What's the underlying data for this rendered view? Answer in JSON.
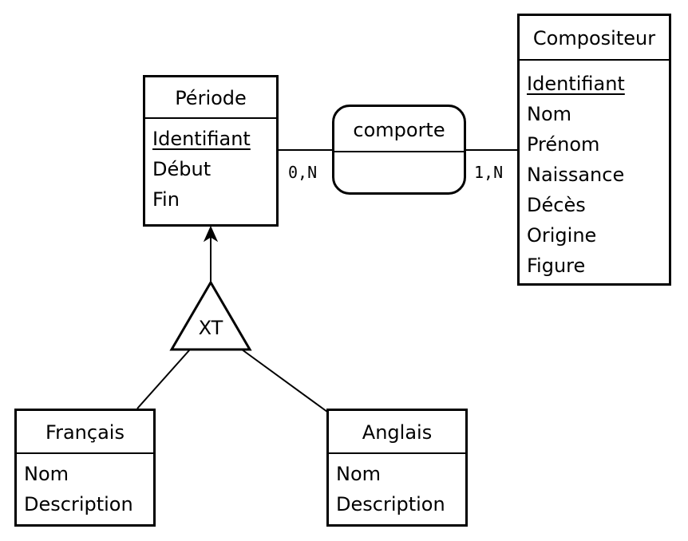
{
  "entities": {
    "periode": {
      "name": "Période",
      "attributes": [
        {
          "label": "Identifiant",
          "key": true
        },
        {
          "label": "Début",
          "key": false
        },
        {
          "label": "Fin",
          "key": false
        }
      ]
    },
    "compositeur": {
      "name": "Compositeur",
      "attributes": [
        {
          "label": "Identifiant",
          "key": true
        },
        {
          "label": "Nom",
          "key": false
        },
        {
          "label": "Prénom",
          "key": false
        },
        {
          "label": "Naissance",
          "key": false
        },
        {
          "label": "Décès",
          "key": false
        },
        {
          "label": "Origine",
          "key": false
        },
        {
          "label": "Figure",
          "key": false
        }
      ]
    },
    "francais": {
      "name": "Français",
      "attributes": [
        {
          "label": "Nom",
          "key": false
        },
        {
          "label": "Description",
          "key": false
        }
      ]
    },
    "anglais": {
      "name": "Anglais",
      "attributes": [
        {
          "label": "Nom",
          "key": false
        },
        {
          "label": "Description",
          "key": false
        }
      ]
    }
  },
  "relationship": {
    "name": "comporte",
    "card_left": "0,N",
    "card_right": "1,N"
  },
  "inheritance": {
    "label": "XT"
  }
}
